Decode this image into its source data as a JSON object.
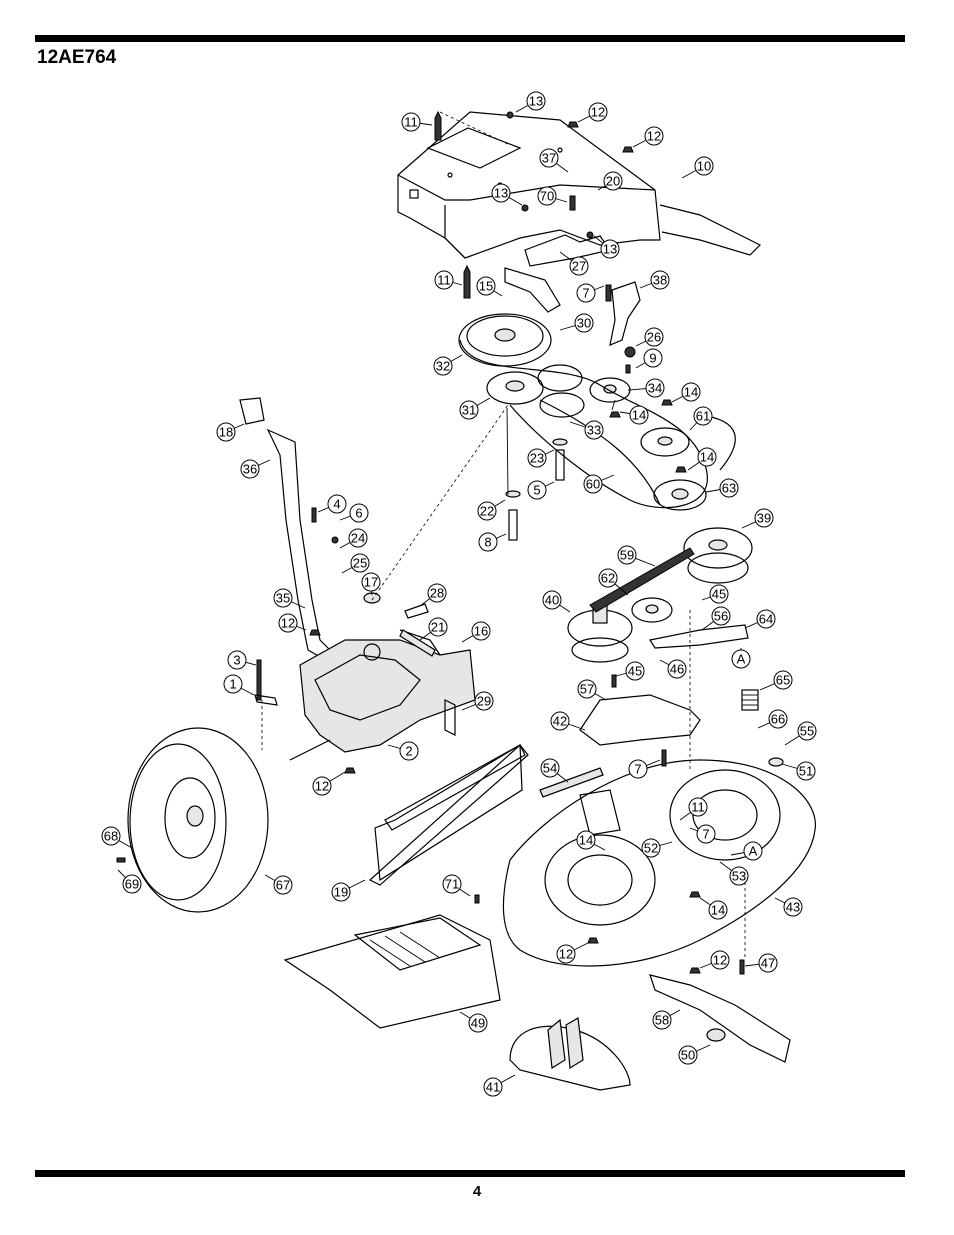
{
  "header": {
    "model": "12AE764"
  },
  "footer": {
    "page_number": "4"
  },
  "callouts": [
    {
      "label": "11"
    },
    {
      "label": "13"
    },
    {
      "label": "12"
    },
    {
      "label": "12"
    },
    {
      "label": "37"
    },
    {
      "label": "10"
    },
    {
      "label": "20"
    },
    {
      "label": "13"
    },
    {
      "label": "70"
    },
    {
      "label": "13"
    },
    {
      "label": "27"
    },
    {
      "label": "11"
    },
    {
      "label": "15"
    },
    {
      "label": "7"
    },
    {
      "label": "38"
    },
    {
      "label": "30"
    },
    {
      "label": "26"
    },
    {
      "label": "32"
    },
    {
      "label": "9"
    },
    {
      "label": "34"
    },
    {
      "label": "14"
    },
    {
      "label": "31"
    },
    {
      "label": "14"
    },
    {
      "label": "61"
    },
    {
      "label": "33"
    },
    {
      "label": "18"
    },
    {
      "label": "23"
    },
    {
      "label": "14"
    },
    {
      "label": "36"
    },
    {
      "label": "60"
    },
    {
      "label": "63"
    },
    {
      "label": "5"
    },
    {
      "label": "4"
    },
    {
      "label": "22"
    },
    {
      "label": "39"
    },
    {
      "label": "6"
    },
    {
      "label": "8"
    },
    {
      "label": "24"
    },
    {
      "label": "59"
    },
    {
      "label": "25"
    },
    {
      "label": "62"
    },
    {
      "label": "17"
    },
    {
      "label": "28"
    },
    {
      "label": "45"
    },
    {
      "label": "40"
    },
    {
      "label": "35"
    },
    {
      "label": "56"
    },
    {
      "label": "64"
    },
    {
      "label": "12"
    },
    {
      "label": "21"
    },
    {
      "label": "16"
    },
    {
      "label": "A"
    },
    {
      "label": "3"
    },
    {
      "label": "46"
    },
    {
      "label": "45"
    },
    {
      "label": "65"
    },
    {
      "label": "1"
    },
    {
      "label": "57"
    },
    {
      "label": "29"
    },
    {
      "label": "66"
    },
    {
      "label": "42"
    },
    {
      "label": "55"
    },
    {
      "label": "2"
    },
    {
      "label": "7"
    },
    {
      "label": "51"
    },
    {
      "label": "54"
    },
    {
      "label": "12"
    },
    {
      "label": "11"
    },
    {
      "label": "7"
    },
    {
      "label": "68"
    },
    {
      "label": "14"
    },
    {
      "label": "52"
    },
    {
      "label": "A"
    },
    {
      "label": "53"
    },
    {
      "label": "69"
    },
    {
      "label": "67"
    },
    {
      "label": "19"
    },
    {
      "label": "71"
    },
    {
      "label": "14"
    },
    {
      "label": "43"
    },
    {
      "label": "12"
    },
    {
      "label": "12"
    },
    {
      "label": "47"
    },
    {
      "label": "58"
    },
    {
      "label": "49"
    },
    {
      "label": "50"
    },
    {
      "label": "41"
    }
  ]
}
